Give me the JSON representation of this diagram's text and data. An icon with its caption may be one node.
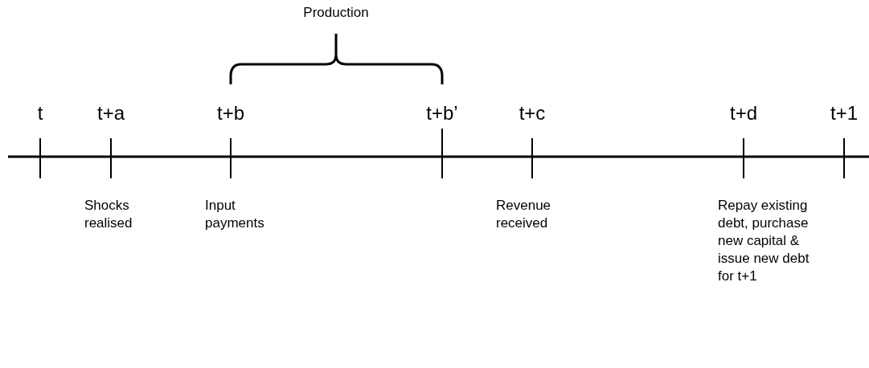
{
  "diagram": {
    "labels": [
      "Production",
      "t",
      "t+a",
      "t+b",
      "t+b’",
      "t+c",
      "t+d",
      "t+1",
      "Shocks realised",
      "Input payments",
      "Revenue received",
      "Repay existing debt, purchase new capital & issue new debt for t+1"
    ]
  }
}
